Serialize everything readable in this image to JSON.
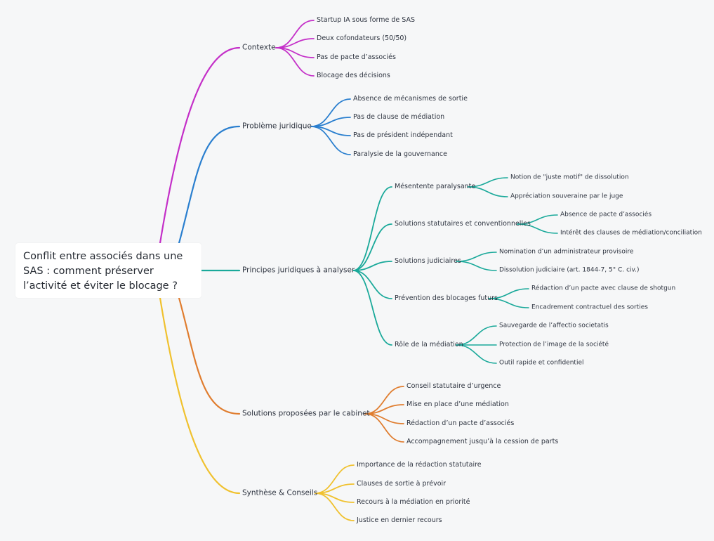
{
  "colors": {
    "contexte": "#c42fc8",
    "probleme": "#2a7fcf",
    "principes": "#1aa99a",
    "solutions": "#e07d2f",
    "synthese": "#f0c12e"
  },
  "root": {
    "label": "Conflit entre associés dans une SAS : comment préserver l’activité et éviter le blocage ?"
  },
  "branches": [
    {
      "key": "contexte",
      "label": "Contexte",
      "children": [
        {
          "label": "Startup IA sous forme de SAS"
        },
        {
          "label": "Deux cofondateurs (50/50)"
        },
        {
          "label": "Pas de pacte d’associés"
        },
        {
          "label": "Blocage des décisions"
        }
      ]
    },
    {
      "key": "probleme",
      "label": "Problème juridique",
      "children": [
        {
          "label": "Absence de mécanismes de sortie"
        },
        {
          "label": "Pas de clause de médiation"
        },
        {
          "label": "Pas de président indépendant"
        },
        {
          "label": "Paralysie de la gouvernance"
        }
      ]
    },
    {
      "key": "principes",
      "label": "Principes juridiques à analyser",
      "children": [
        {
          "label": "Mésentente paralysante",
          "children": [
            {
              "label": "Notion de \"juste motif\" de dissolution"
            },
            {
              "label": "Appréciation souveraine par le juge"
            }
          ]
        },
        {
          "label": "Solutions statutaires et conventionnelles",
          "children": [
            {
              "label": "Absence de pacte d’associés"
            },
            {
              "label": "Intérêt des clauses de médiation/conciliation"
            }
          ]
        },
        {
          "label": "Solutions judiciaires",
          "children": [
            {
              "label": "Nomination d’un administrateur provisoire"
            },
            {
              "label": "Dissolution judiciaire (art. 1844-7, 5° C. civ.)"
            }
          ]
        },
        {
          "label": "Prévention des blocages futurs",
          "children": [
            {
              "label": "Rédaction d’un pacte avec clause de shotgun"
            },
            {
              "label": "Encadrement contractuel des sorties"
            }
          ]
        },
        {
          "label": "Rôle de la médiation",
          "children": [
            {
              "label": "Sauvegarde de l’affectio societatis"
            },
            {
              "label": "Protection de l’image de la société"
            },
            {
              "label": "Outil rapide et confidentiel"
            }
          ]
        }
      ]
    },
    {
      "key": "solutions",
      "label": "Solutions proposées par le cabinet",
      "children": [
        {
          "label": "Conseil statutaire d’urgence"
        },
        {
          "label": "Mise en place d’une médiation"
        },
        {
          "label": "Rédaction d’un pacte d’associés"
        },
        {
          "label": "Accompagnement jusqu’à la cession de parts"
        }
      ]
    },
    {
      "key": "synthese",
      "label": "Synthèse & Conseils",
      "children": [
        {
          "label": "Importance de la rédaction statutaire"
        },
        {
          "label": "Clauses de sortie à prévoir"
        },
        {
          "label": "Recours à la médiation en priorité"
        },
        {
          "label": "Justice en dernier recours"
        }
      ]
    }
  ]
}
